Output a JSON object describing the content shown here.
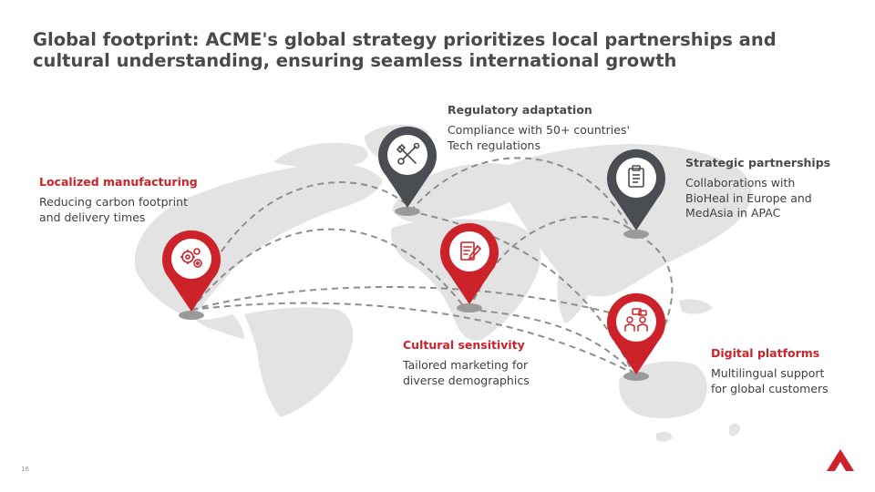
{
  "slide": {
    "title": "Global footprint: ACME's global strategy prioritizes local partnerships and cultural understanding, ensuring seamless international growth",
    "page_number": "16"
  },
  "colors": {
    "accent": "#cc2229",
    "dark_pin": "#4a4d52",
    "map": "#e3e3e3",
    "route": "#8e8e8e"
  },
  "points": [
    {
      "id": "localized",
      "heading": "Localized manufacturing",
      "description": "Reducing carbon footprint\nand delivery times",
      "icon": "gears-icon",
      "pin_color": "red"
    },
    {
      "id": "regulatory",
      "heading": "Regulatory adaptation",
      "description": "Compliance with 50+ countries'\nTech regulations",
      "icon": "tools-icon",
      "pin_color": "dark"
    },
    {
      "id": "strategic",
      "heading": "Strategic partnerships",
      "description": "Collaborations with\nBioHeal in Europe and\nMedAsia in APAC",
      "icon": "clipboard-icon",
      "pin_color": "dark"
    },
    {
      "id": "cultural",
      "heading": "Cultural sensitivity",
      "description": "Tailored marketing for\ndiverse demographics",
      "icon": "document-edit-icon",
      "pin_color": "red"
    },
    {
      "id": "digital",
      "heading": "Digital platforms",
      "description": "Multilingual support\nfor global customers",
      "icon": "people-chat-icon",
      "pin_color": "red"
    }
  ]
}
